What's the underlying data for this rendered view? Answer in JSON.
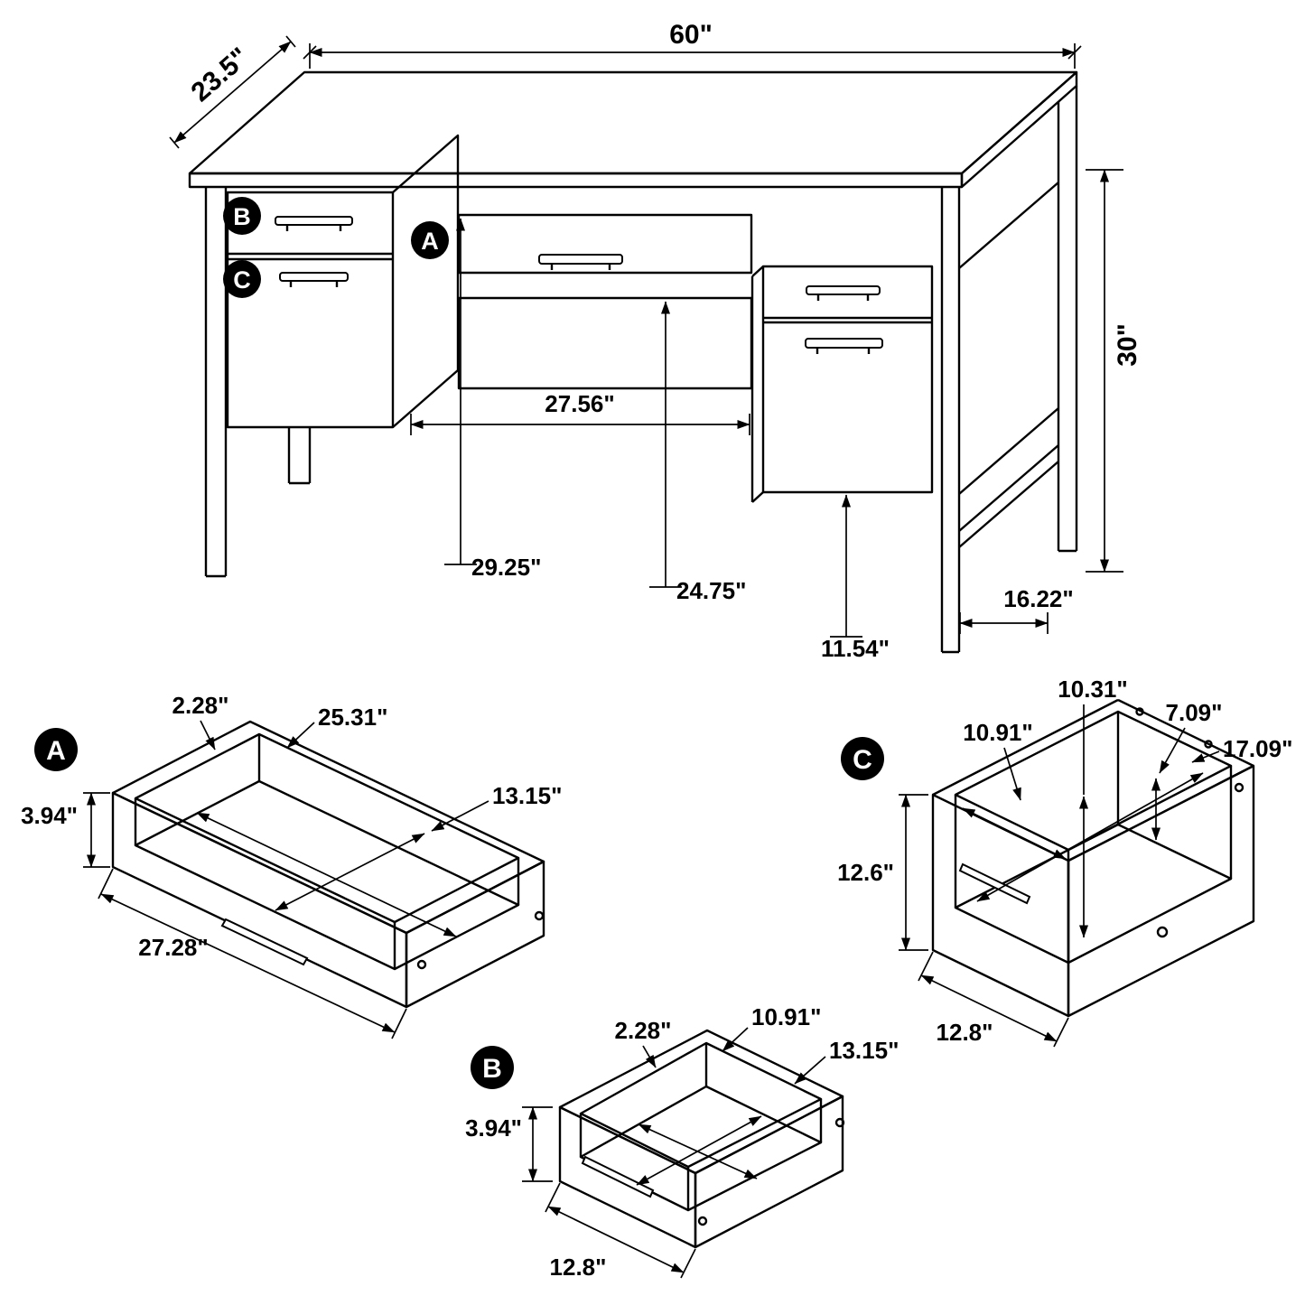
{
  "desk": {
    "label_a": "A",
    "label_b": "B",
    "label_c": "C",
    "width": "60\"",
    "depth": "23.5\"",
    "height": "30\"",
    "kneehole_width": "27.56\"",
    "underside_height": "29.25\"",
    "knee_clearance": "24.75\"",
    "pedestal_floor_gap": "11.54\"",
    "leg_depth": "16.22\""
  },
  "drawer_a": {
    "label": "A",
    "wall_thickness": "2.28\"",
    "inner_width": "25.31\"",
    "inner_depth": "13.15\"",
    "height": "3.94\"",
    "outer_width": "27.28\""
  },
  "drawer_b": {
    "label": "B",
    "wall_thickness": "2.28\"",
    "inner_width": "10.91\"",
    "inner_depth": "13.15\"",
    "height": "3.94\"",
    "outer_width": "12.8\""
  },
  "cabinet_c": {
    "label": "C",
    "inner_height": "10.31\"",
    "top_clearance": "7.09\"",
    "inner_width": "10.91\"",
    "inner_diagonal": "17.09\"",
    "outer_height": "12.6\"",
    "outer_width": "12.8\""
  },
  "colors": {
    "line": "#000000",
    "background": "#ffffff",
    "badge": "#000000"
  }
}
